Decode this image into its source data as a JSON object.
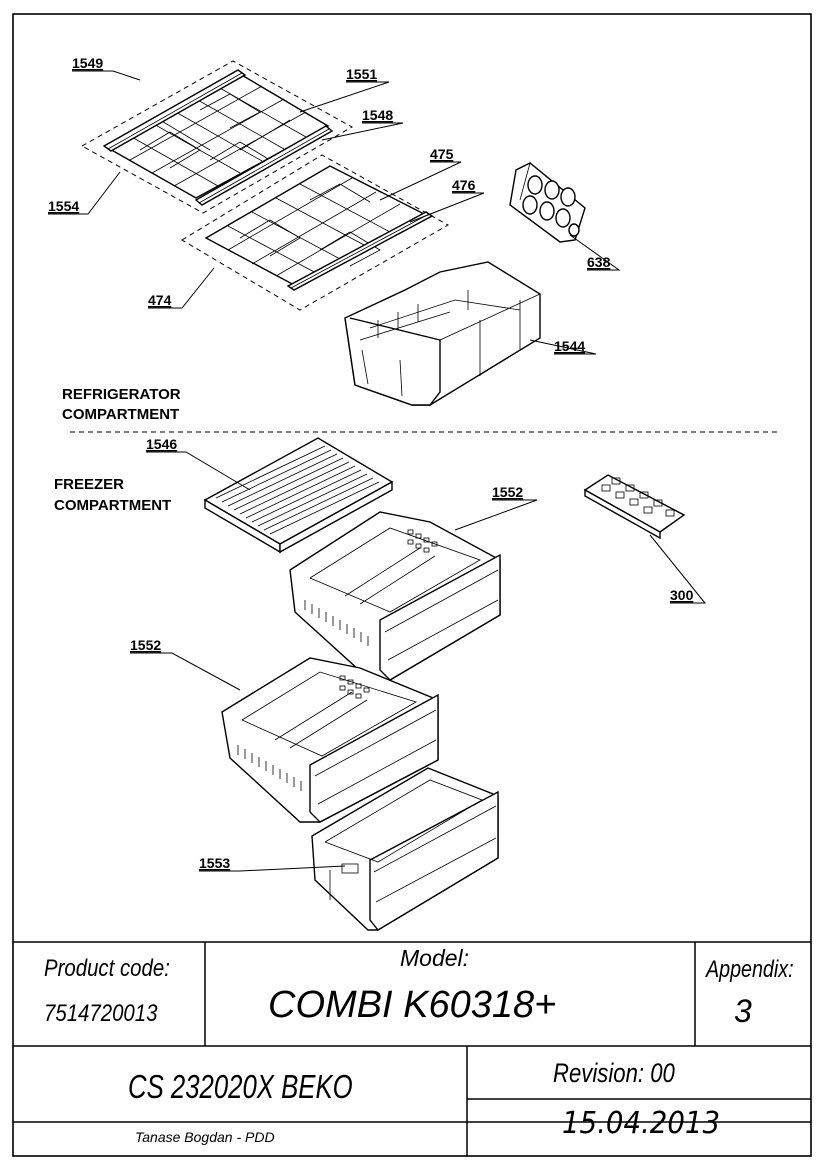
{
  "sections": {
    "refrigerator": [
      "REFRIGERATOR",
      "COMPARTMENT"
    ],
    "freezer": [
      "FREEZER",
      "COMPARTMENT"
    ]
  },
  "callouts": {
    "c1549": "1549",
    "c1551": "1551",
    "c1548": "1548",
    "c475": "475",
    "c476": "476",
    "c1554": "1554",
    "c474": "474",
    "c638": "638",
    "c1544": "1544",
    "c1546": "1546",
    "c1552a": "1552",
    "c300": "300",
    "c1552b": "1552",
    "c1553": "1553"
  },
  "title_block": {
    "product_code_label": "Product code:",
    "product_code": "7514720013",
    "model_label": "Model:",
    "model": "COMBI K60318+",
    "appendix_label": "Appendix:",
    "appendix": "3",
    "cs_code": "CS 232020X BEKO",
    "revision": "Revision: 00",
    "date": "15.04.2013",
    "author": "Tanase Bogdan - PDD"
  }
}
